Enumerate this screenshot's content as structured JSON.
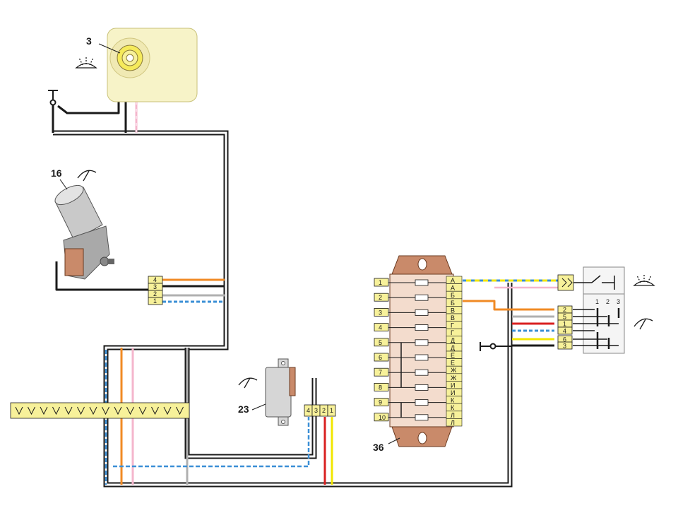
{
  "callouts": {
    "washer_pump": "3",
    "wiper_motor": "16",
    "wiper_relay": "23",
    "fuse_box": "36"
  },
  "wiper_motor_connector": {
    "pins": [
      "4",
      "3",
      "2",
      "1"
    ]
  },
  "relay_connector": {
    "pins": [
      "4",
      "3",
      "2",
      "1"
    ]
  },
  "switch_connector": {
    "pins": [
      "2",
      "5",
      "1",
      "4",
      "6",
      "3"
    ]
  },
  "switch_positions": [
    "1",
    "2",
    "3"
  ],
  "fuse_box": {
    "fuses": [
      "1",
      "2",
      "3",
      "4",
      "5",
      "6",
      "7",
      "8",
      "9",
      "10"
    ],
    "contacts": [
      "А",
      "А",
      "Б",
      "Б",
      "В",
      "В",
      "Г",
      "Г",
      "Д",
      "Д",
      "Е",
      "Е",
      "Ж",
      "Ж",
      "И",
      "И",
      "К",
      "К",
      "Л",
      "Л"
    ]
  },
  "icons": [
    "washer-icon",
    "wiper-icon",
    "ground-icon"
  ],
  "colors": {
    "black": "#1a1a1a",
    "orange": "#f08a24",
    "pink": "#f4b6cc",
    "grey": "#b0b0b0",
    "blue": "#3b8fd6",
    "yellow": "#f2e600",
    "red": "#d92020",
    "connector_fill": "#f7f19a",
    "fusebox_body": "#c98a6a"
  }
}
